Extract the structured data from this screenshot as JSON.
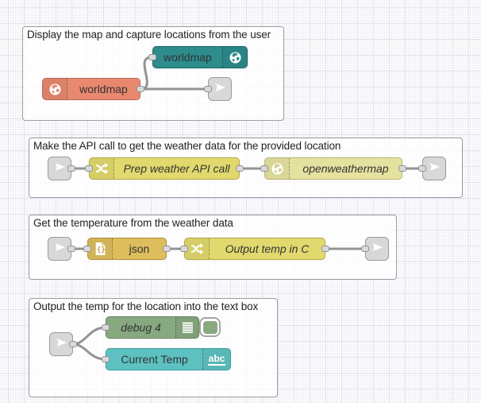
{
  "app": {
    "name": "Node-RED flow editor canvas"
  },
  "groups": [
    {
      "title": "Display the map and capture locations from the user"
    },
    {
      "title": "Make the API call to get the weather data for the provided location"
    },
    {
      "title": "Get the temperature from the weather data"
    },
    {
      "title": "Output the temp for the location into the text box"
    }
  ],
  "nodes": {
    "worldmap_display": {
      "label": "worldmap"
    },
    "worldmap_in": {
      "label": "worldmap"
    },
    "prep_weather_api_call": {
      "label": "Prep weather API call"
    },
    "openweathermap": {
      "label": "openweathermap"
    },
    "json": {
      "label": "json"
    },
    "output_temp_in_c": {
      "label": "Output temp in C"
    },
    "debug_4": {
      "label": "debug 4"
    },
    "current_temp": {
      "label": "Current Temp",
      "icon_text": "abc"
    }
  },
  "icons": {
    "globe": "globe-icon",
    "link_in": "link-in-arrow-icon",
    "link_out": "link-out-arrow-icon",
    "change": "shuffle-arrows-icon",
    "json_file": "json-file-icon",
    "debug_lines": "debug-lines-icon",
    "text_abc": "abc-text-icon"
  },
  "colors": {
    "worldmap_teal": "#2D8C8C",
    "worldmap_salmon": "#E7886F",
    "change_yellow": "#E2D96E",
    "weather_pale_yellow": "#E5E2A0",
    "json_amber": "#DEBD5C",
    "debug_green": "#87A980",
    "ui_teal": "#5DC1C1",
    "link_gray": "#d8d8d8",
    "wire_gray": "#939393",
    "group_border": "#9a9aa4"
  }
}
